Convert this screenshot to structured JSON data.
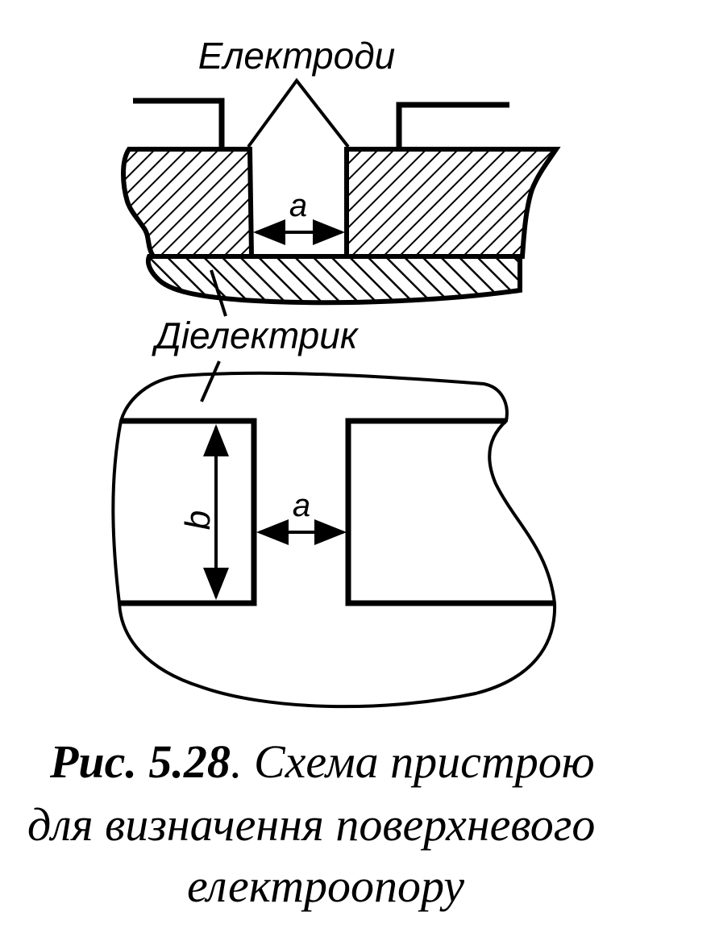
{
  "labels": {
    "electrodes": "Електроди",
    "dielectric": "Діелектрик",
    "gap_top": "a",
    "gap_bottom": "a",
    "width": "b"
  },
  "caption": {
    "figure_number": "Рис. 5.28",
    "line1_rest": ". Схема пристрою",
    "line2": "для визначення поверхневого",
    "line3": "електроопору"
  },
  "colors": {
    "ink": "#000000",
    "paper": "#ffffff"
  }
}
